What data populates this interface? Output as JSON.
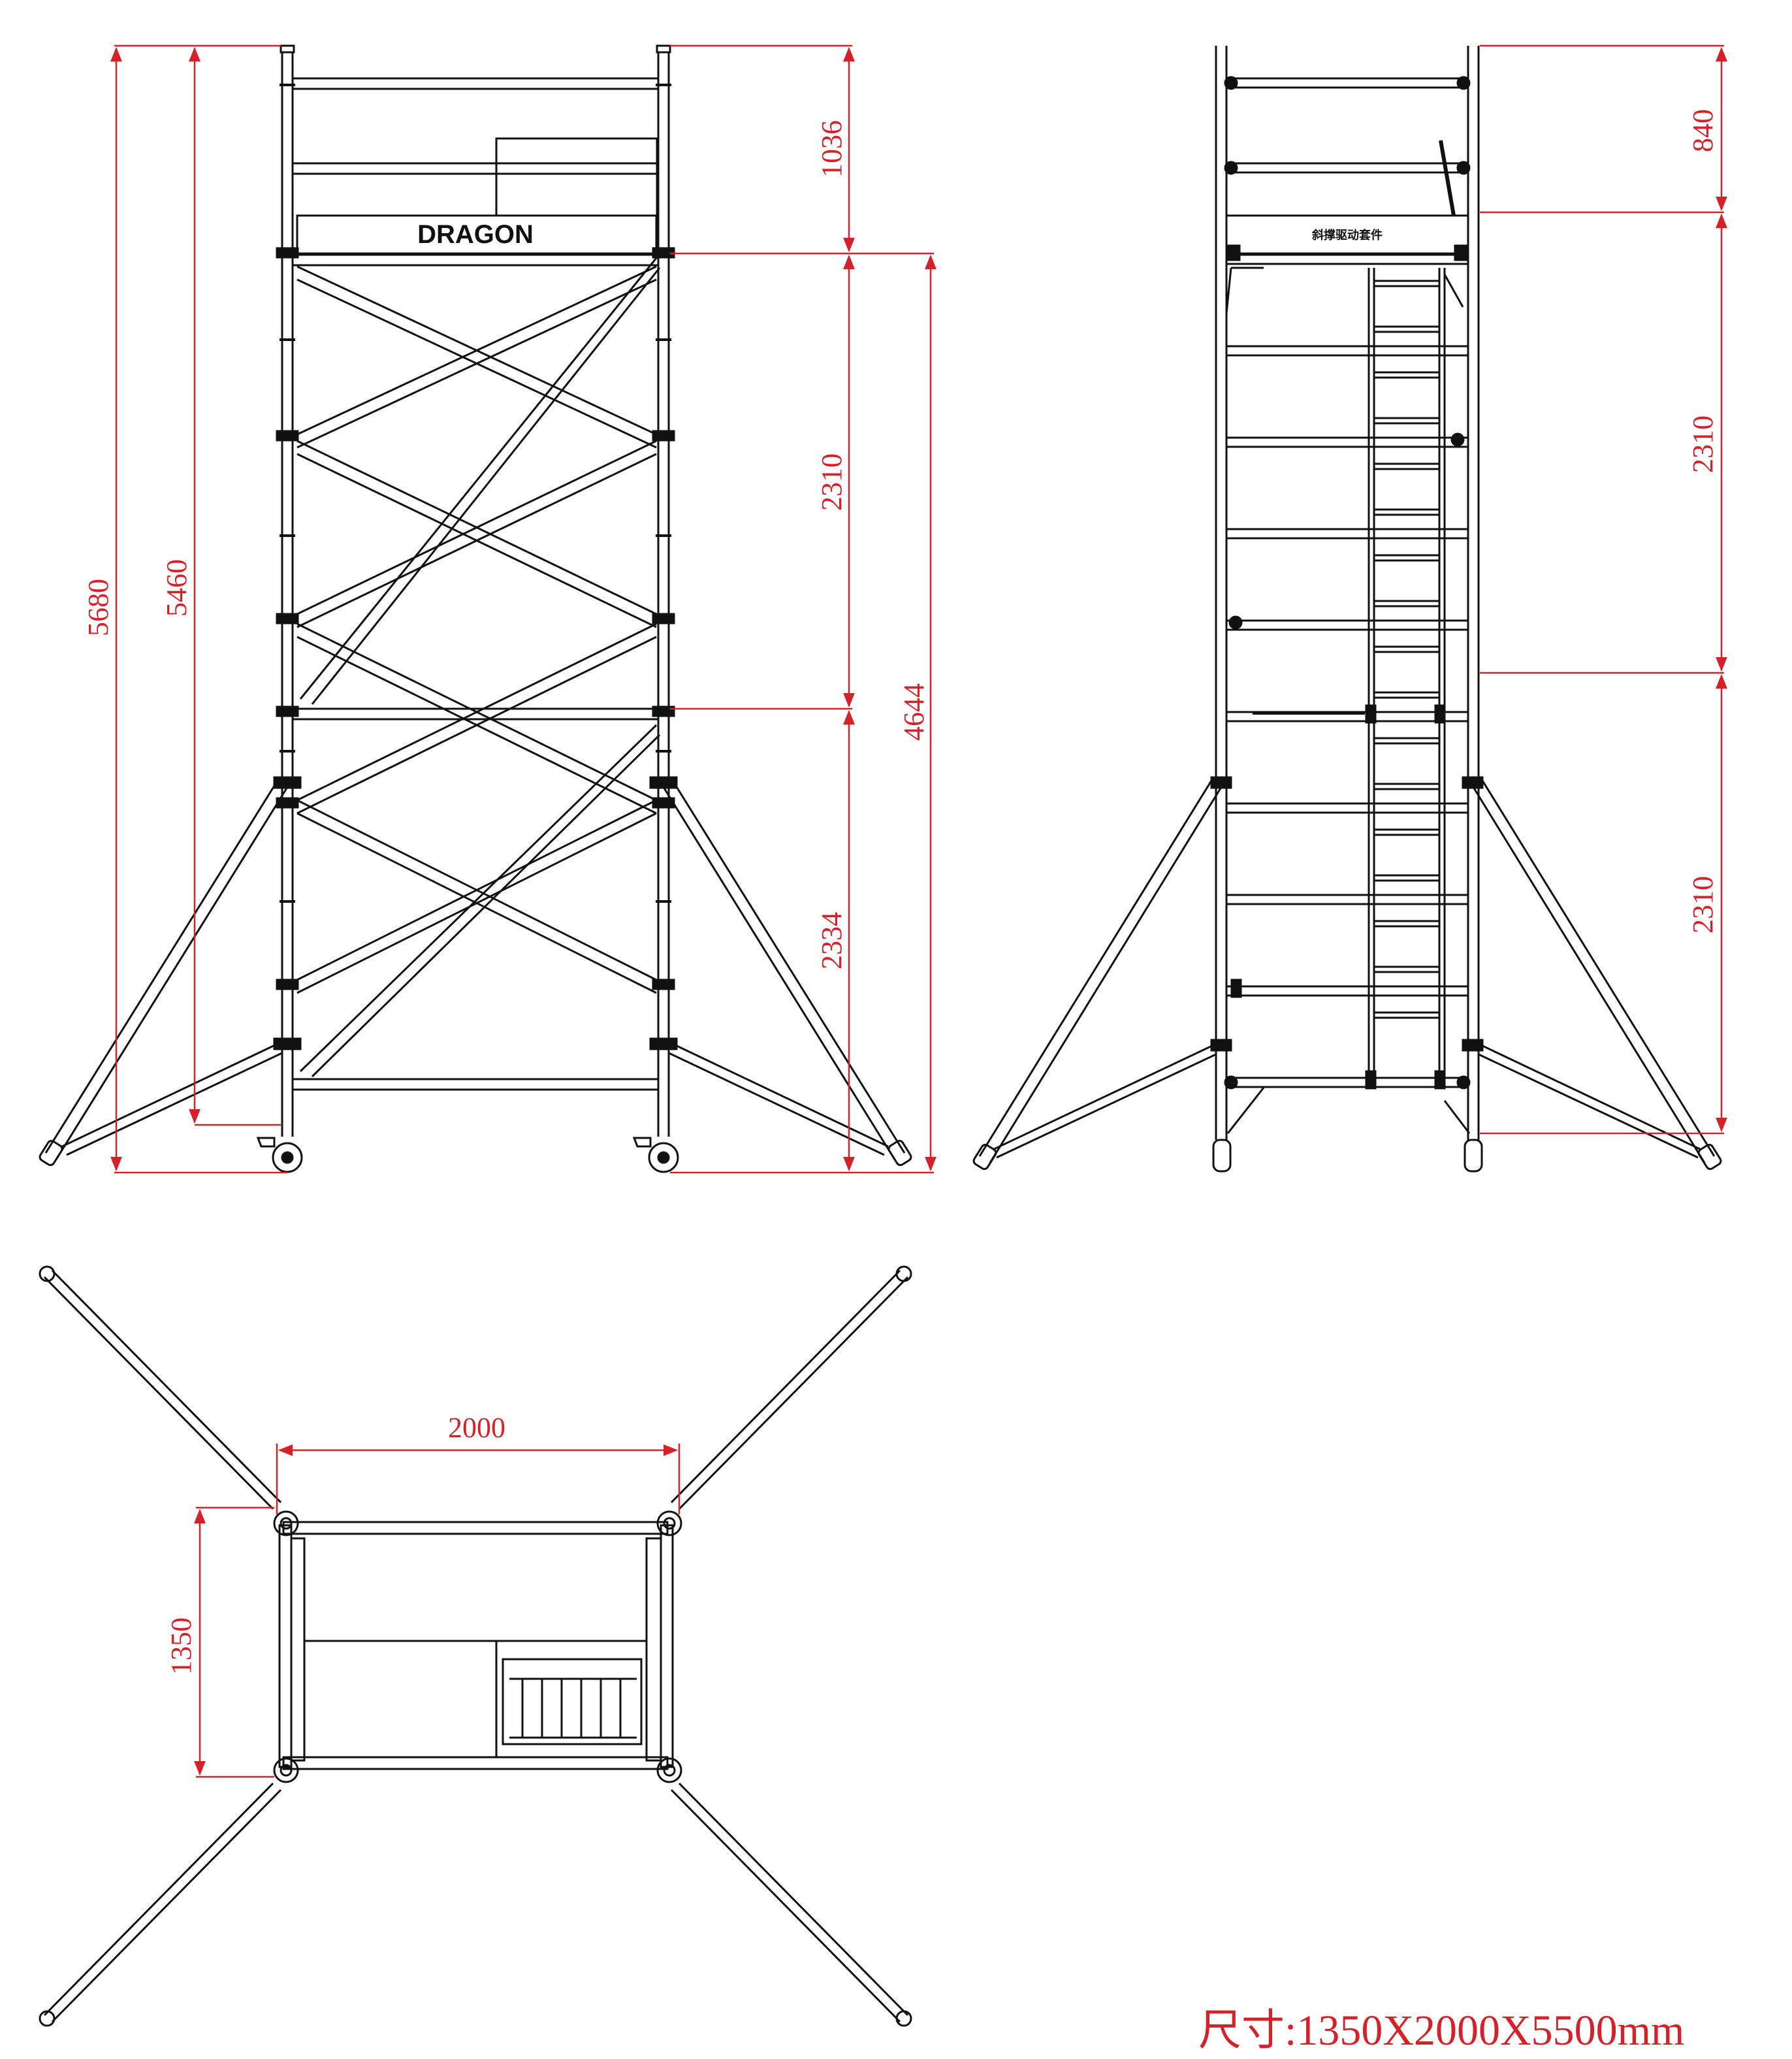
{
  "drawing": {
    "brand_label": "DRAGON",
    "side_label": "斜撑驱动套件",
    "caption": "尺寸:1350X2000X5500mm",
    "colors": {
      "line": "#111111",
      "dimension": "#d4222a",
      "background": "#ffffff"
    }
  },
  "front_view": {
    "dimensions": {
      "overall_height": "5680",
      "platform_height": "5460",
      "guardrail": "1036",
      "upper_section": "2310",
      "lower_section": "2334",
      "total_frame": "4644"
    }
  },
  "side_view": {
    "dimensions": {
      "guardrail": "840",
      "upper_section": "2310",
      "lower_section": "2310"
    }
  },
  "plan_view": {
    "dimensions": {
      "length": "2000",
      "width": "1350"
    }
  }
}
